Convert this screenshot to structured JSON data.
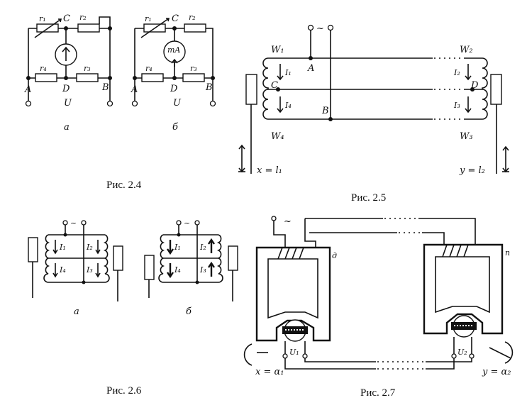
{
  "fig24": {
    "caption": "Рис. 2.4",
    "sub_a": "а",
    "sub_b": "б",
    "node_C": "C",
    "node_A": "A",
    "node_B": "B",
    "node_D": "D",
    "r1": "r₁",
    "r2": "r₂",
    "r3": "r₃",
    "r4": "r₄",
    "voltage": "U",
    "meter_b": "mA"
  },
  "fig25": {
    "caption": "Рис. 2.5",
    "supply": "~",
    "w1": "W₁",
    "w2": "W₂",
    "w3": "W₃",
    "w4": "W₄",
    "node_A": "A",
    "node_B": "B",
    "node_C": "C",
    "node_D": "D",
    "i1": "I₁",
    "i2": "I₂",
    "i3": "I₃",
    "i4": "I₄",
    "x_label": "x = l₁",
    "y_label": "y = l₂"
  },
  "fig26": {
    "caption": "Рис. 2.6",
    "sub_a": "а",
    "sub_b": "б",
    "supply": "~",
    "i1": "I₁",
    "i2": "I₂",
    "i3": "I₃",
    "i4": "I₄"
  },
  "fig27": {
    "caption": "Рис. 2.7",
    "supply": "~",
    "d_label": "д",
    "p_label": "п",
    "u1": "U₁",
    "u2": "U₂",
    "x_label": "x = α₁",
    "y_label": "y = α₂"
  }
}
